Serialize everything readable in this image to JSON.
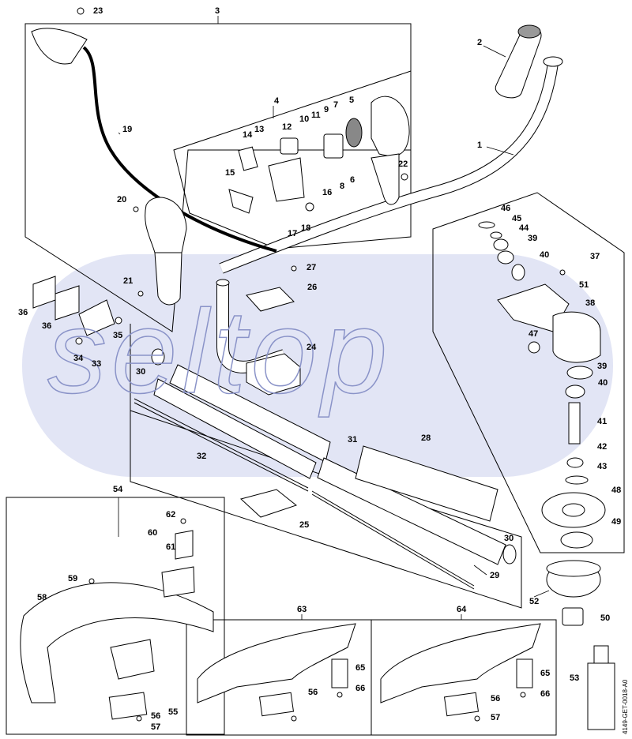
{
  "diagram": {
    "doc_ref": "4149-GET-0018-A0",
    "callouts": [
      {
        "id": "c1",
        "label": "1"
      },
      {
        "id": "c2",
        "label": "2"
      },
      {
        "id": "c3",
        "label": "3"
      },
      {
        "id": "c4",
        "label": "4"
      },
      {
        "id": "c5",
        "label": "5"
      },
      {
        "id": "c6",
        "label": "6"
      },
      {
        "id": "c7",
        "label": "7"
      },
      {
        "id": "c8",
        "label": "8"
      },
      {
        "id": "c9",
        "label": "9"
      },
      {
        "id": "c10",
        "label": "10"
      },
      {
        "id": "c11",
        "label": "11"
      },
      {
        "id": "c12",
        "label": "12"
      },
      {
        "id": "c13",
        "label": "13"
      },
      {
        "id": "c14",
        "label": "14"
      },
      {
        "id": "c15",
        "label": "15"
      },
      {
        "id": "c16",
        "label": "16"
      },
      {
        "id": "c17",
        "label": "17"
      },
      {
        "id": "c18",
        "label": "18"
      },
      {
        "id": "c19",
        "label": "19"
      },
      {
        "id": "c20",
        "label": "20"
      },
      {
        "id": "c21",
        "label": "21"
      },
      {
        "id": "c22",
        "label": "22"
      },
      {
        "id": "c23",
        "label": "23"
      },
      {
        "id": "c24",
        "label": "24"
      },
      {
        "id": "c25",
        "label": "25"
      },
      {
        "id": "c26",
        "label": "26"
      },
      {
        "id": "c27",
        "label": "27"
      },
      {
        "id": "c28",
        "label": "28"
      },
      {
        "id": "c29",
        "label": "29"
      },
      {
        "id": "c30a",
        "label": "30"
      },
      {
        "id": "c30b",
        "label": "30"
      },
      {
        "id": "c31",
        "label": "31"
      },
      {
        "id": "c32",
        "label": "32"
      },
      {
        "id": "c33",
        "label": "33"
      },
      {
        "id": "c34",
        "label": "34"
      },
      {
        "id": "c35",
        "label": "35"
      },
      {
        "id": "c36a",
        "label": "36"
      },
      {
        "id": "c36b",
        "label": "36"
      },
      {
        "id": "c37",
        "label": "37"
      },
      {
        "id": "c38",
        "label": "38"
      },
      {
        "id": "c39a",
        "label": "39"
      },
      {
        "id": "c39b",
        "label": "39"
      },
      {
        "id": "c40a",
        "label": "40"
      },
      {
        "id": "c40b",
        "label": "40"
      },
      {
        "id": "c41",
        "label": "41"
      },
      {
        "id": "c42",
        "label": "42"
      },
      {
        "id": "c43",
        "label": "43"
      },
      {
        "id": "c44",
        "label": "44"
      },
      {
        "id": "c45",
        "label": "45"
      },
      {
        "id": "c46",
        "label": "46"
      },
      {
        "id": "c47",
        "label": "47"
      },
      {
        "id": "c48",
        "label": "48"
      },
      {
        "id": "c49",
        "label": "49"
      },
      {
        "id": "c50",
        "label": "50"
      },
      {
        "id": "c51",
        "label": "51"
      },
      {
        "id": "c52",
        "label": "52"
      },
      {
        "id": "c53",
        "label": "53"
      },
      {
        "id": "c54",
        "label": "54"
      },
      {
        "id": "c55",
        "label": "55"
      },
      {
        "id": "c56a",
        "label": "56"
      },
      {
        "id": "c56b",
        "label": "56"
      },
      {
        "id": "c56c",
        "label": "56"
      },
      {
        "id": "c57a",
        "label": "57"
      },
      {
        "id": "c57b",
        "label": "57"
      },
      {
        "id": "c58",
        "label": "58"
      },
      {
        "id": "c59",
        "label": "59"
      },
      {
        "id": "c60",
        "label": "60"
      },
      {
        "id": "c61",
        "label": "61"
      },
      {
        "id": "c62",
        "label": "62"
      },
      {
        "id": "c63",
        "label": "63"
      },
      {
        "id": "c64",
        "label": "64"
      },
      {
        "id": "c65a",
        "label": "65"
      },
      {
        "id": "c65b",
        "label": "65"
      },
      {
        "id": "c66a",
        "label": "66"
      },
      {
        "id": "c66b",
        "label": "66"
      }
    ],
    "colors": {
      "line": "#000000",
      "part_fill": "#ffffff",
      "shade": "#9a9a9a",
      "watermark": "#d8dcf2"
    }
  }
}
